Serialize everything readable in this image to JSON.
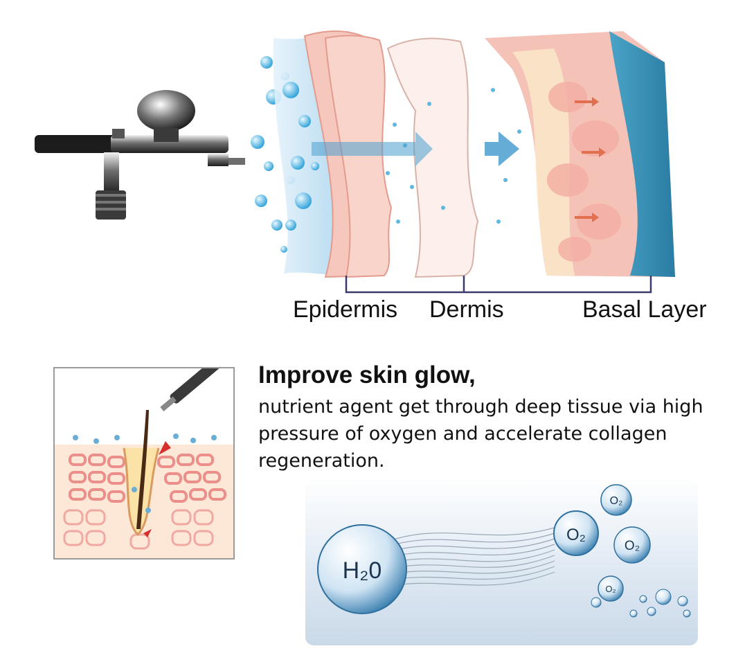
{
  "labels": {
    "epidermis": "Epidermis",
    "dermis": "Dermis",
    "basal": "Basal Layer"
  },
  "headline": "Improve skin glow,",
  "description": "nutrient agent get through deep tissue via high pressure of oxygen and accelerate collagen regeneration.",
  "molecules": {
    "water": "H₂0",
    "oxygen": "O₂"
  },
  "icons": {
    "airbrush": "airbrush-icon",
    "skin_layers": "skin-layers-illustration",
    "hair_follicle": "hair-follicle-illustration"
  },
  "colors": {
    "water_blue": "#5db8e0",
    "skin_pink": "#f4b6ad",
    "basal_blue": "#2f7fa6",
    "panel_bg": "#e6eef6"
  }
}
